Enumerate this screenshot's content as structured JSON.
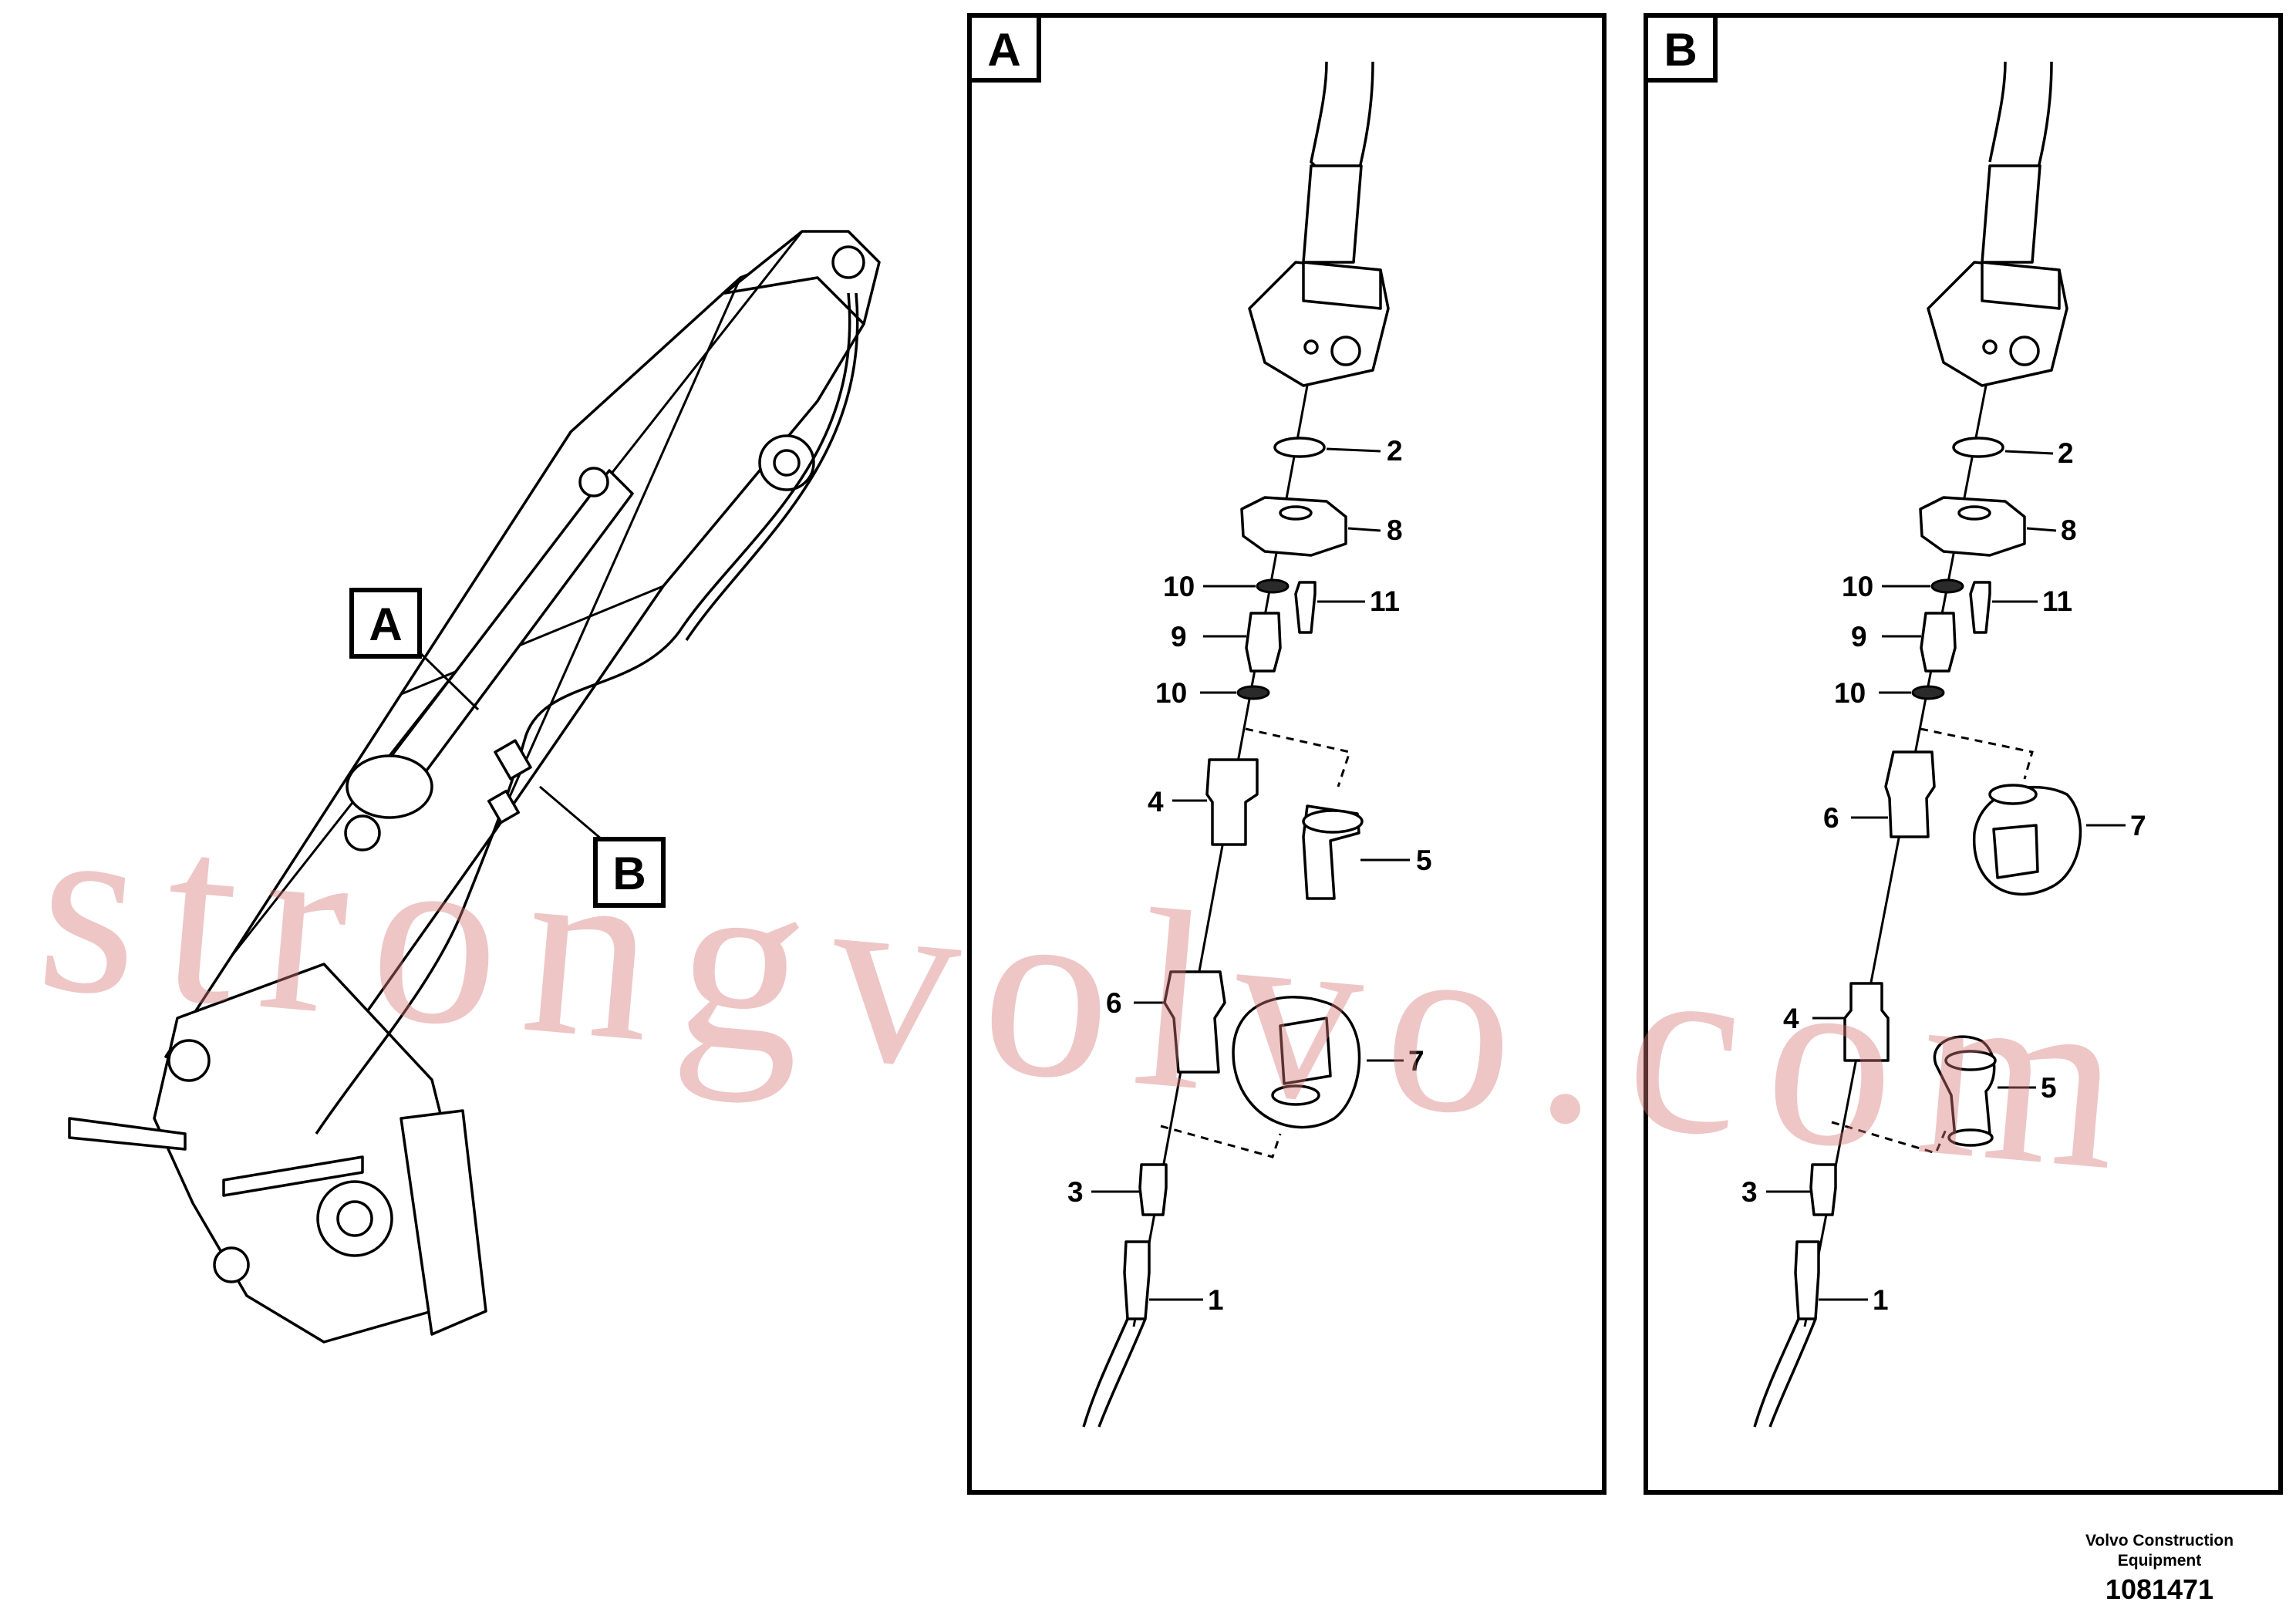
{
  "overview": {
    "tag_a": "A",
    "tag_b": "B"
  },
  "panel_a": {
    "letter": "A",
    "callouts": [
      {
        "id": "2",
        "label": "2"
      },
      {
        "id": "8",
        "label": "8"
      },
      {
        "id": "10a",
        "label": "10"
      },
      {
        "id": "11",
        "label": "11"
      },
      {
        "id": "9",
        "label": "9"
      },
      {
        "id": "10b",
        "label": "10"
      },
      {
        "id": "4",
        "label": "4"
      },
      {
        "id": "5",
        "label": "5"
      },
      {
        "id": "6",
        "label": "6"
      },
      {
        "id": "7",
        "label": "7"
      },
      {
        "id": "3",
        "label": "3"
      },
      {
        "id": "1",
        "label": "1"
      }
    ]
  },
  "panel_b": {
    "letter": "B",
    "callouts": [
      {
        "id": "2",
        "label": "2"
      },
      {
        "id": "8",
        "label": "8"
      },
      {
        "id": "10a",
        "label": "10"
      },
      {
        "id": "11",
        "label": "11"
      },
      {
        "id": "9",
        "label": "9"
      },
      {
        "id": "10b",
        "label": "10"
      },
      {
        "id": "6",
        "label": "6"
      },
      {
        "id": "7",
        "label": "7"
      },
      {
        "id": "4",
        "label": "4"
      },
      {
        "id": "5",
        "label": "5"
      },
      {
        "id": "3",
        "label": "3"
      },
      {
        "id": "1",
        "label": "1"
      }
    ]
  },
  "watermark": "strongvolvo.com",
  "footer": {
    "company_line1": "Volvo Construction",
    "company_line2": "Equipment",
    "drawing_number": "1081471"
  }
}
